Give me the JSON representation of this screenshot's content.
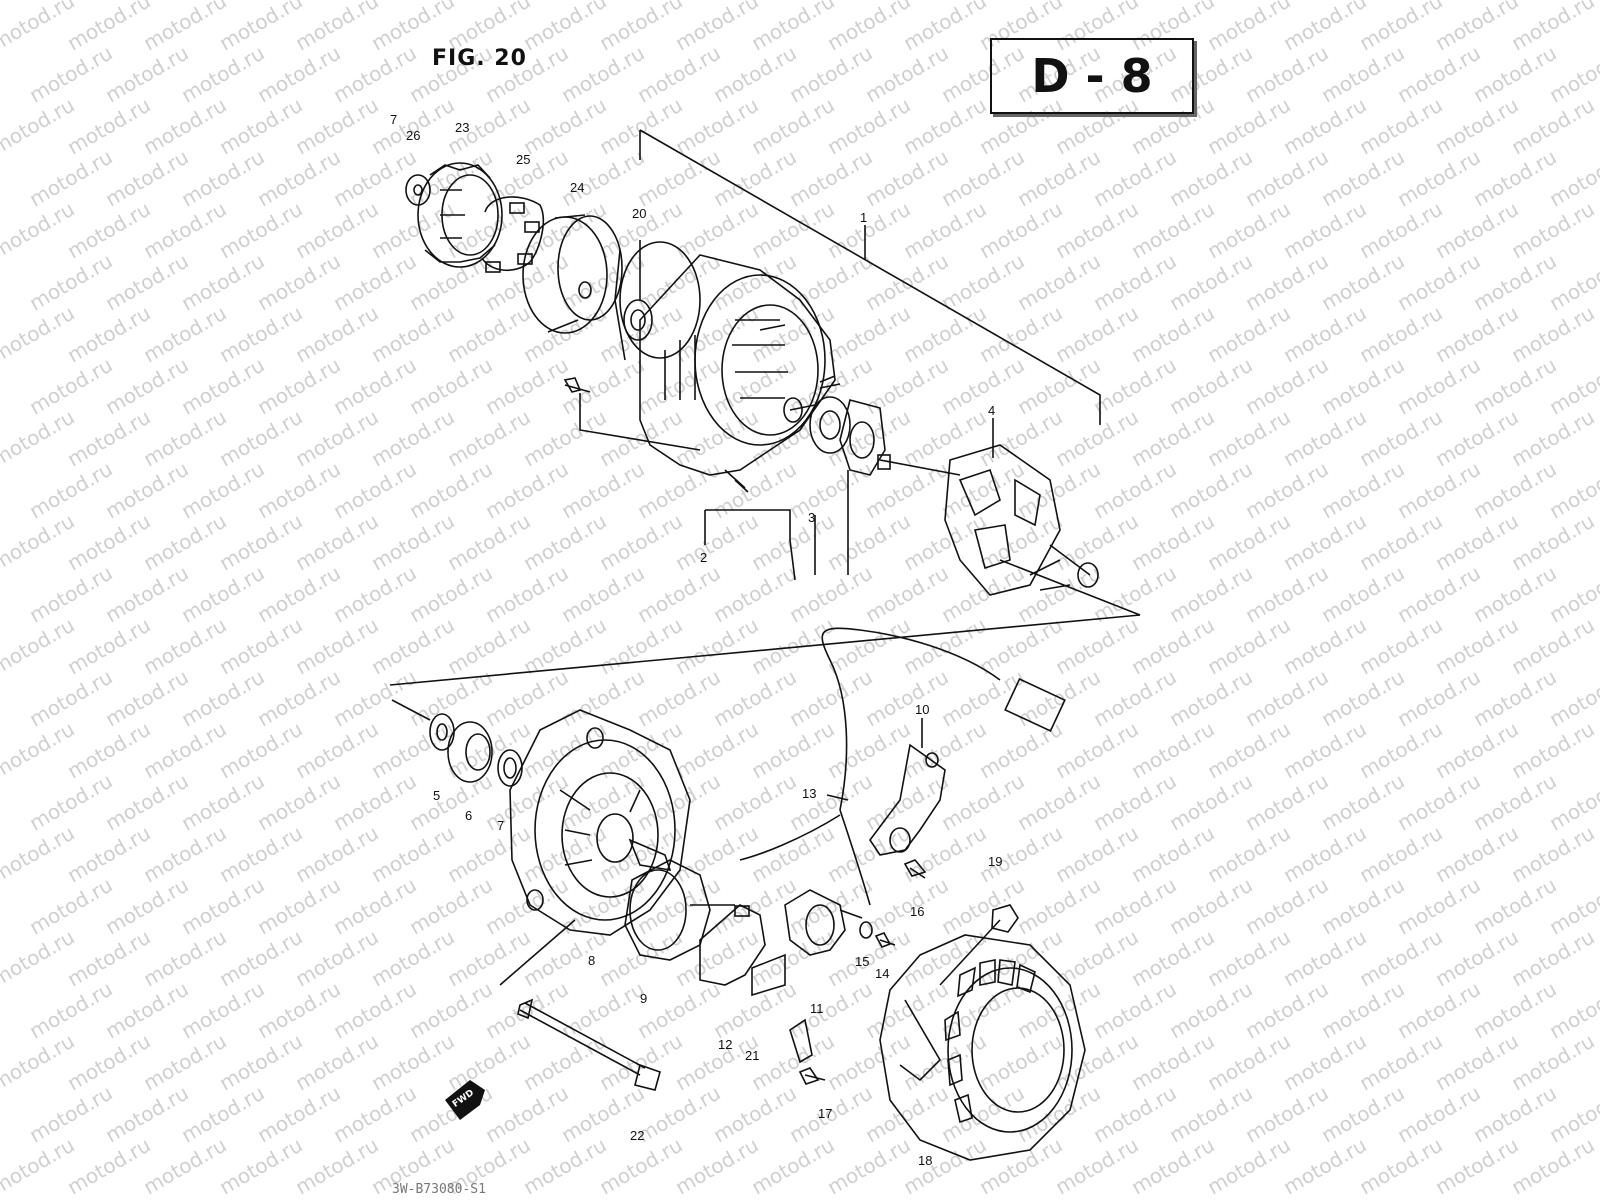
{
  "figure": {
    "title": "FIG. 20",
    "page_code": "D - 8",
    "footer_code": "3W-B73080-S1"
  },
  "watermark": "motod.ru",
  "callouts": [
    "1",
    "2",
    "3",
    "4",
    "5",
    "6",
    "7",
    "8",
    "9",
    "10",
    "11",
    "12",
    "13",
    "14",
    "15",
    "16",
    "17",
    "18",
    "19",
    "20",
    "21",
    "22",
    "23",
    "24",
    "25",
    "26",
    "7"
  ],
  "badge": "FWD",
  "colors": {
    "ink": "#111111",
    "watermark": "#cfcfcf",
    "paper": "#ffffff"
  }
}
